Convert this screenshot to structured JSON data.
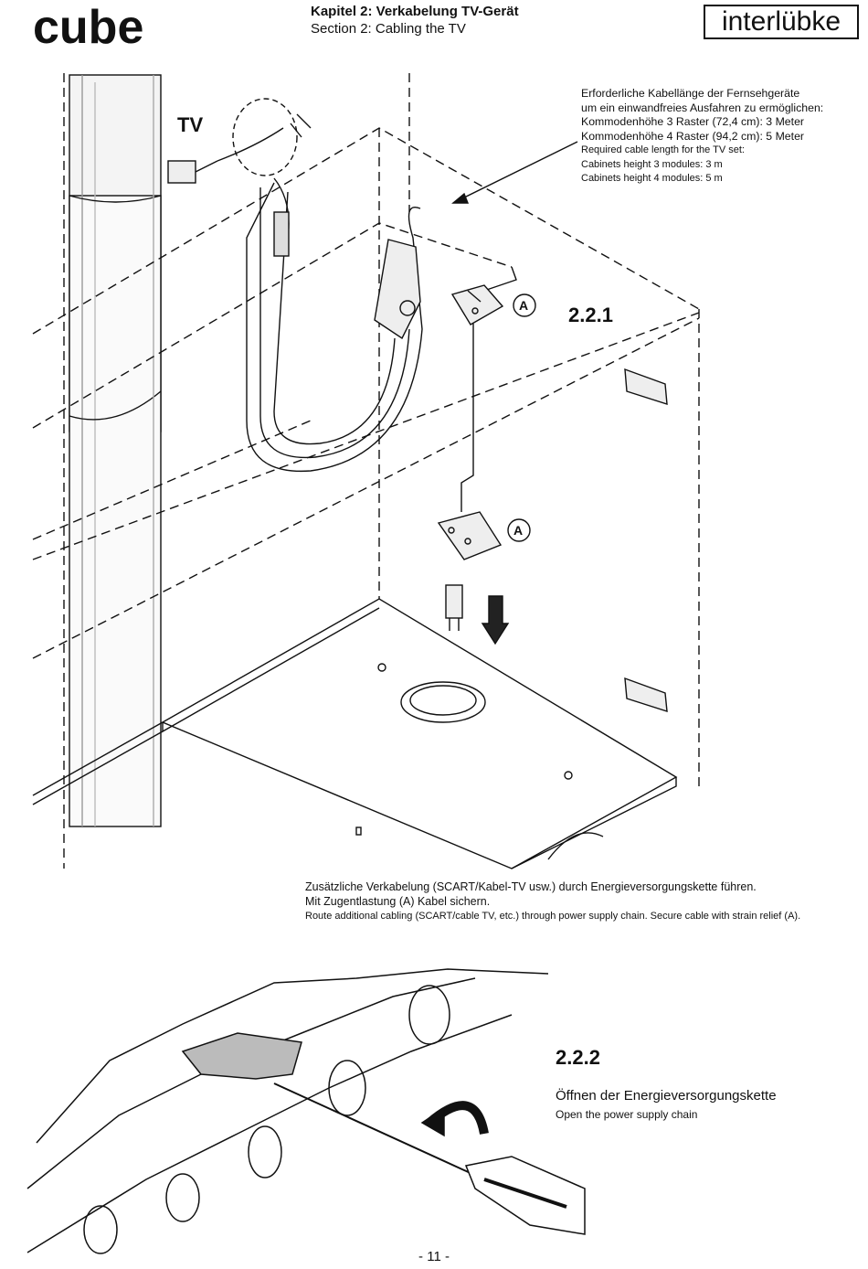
{
  "header": {
    "brand": "cube",
    "chapter_de": "Kapitel 2: Verkabelung TV-Gerät",
    "chapter_en": "Section 2: Cabling the TV",
    "logo": "interlübke"
  },
  "cable_note": {
    "line1": "Erforderliche Kabellänge der Fernsehgeräte",
    "line2": "um ein einwandfreies Ausfahren zu ermöglichen:",
    "line3": "Kommodenhöhe 3 Raster (72,4 cm): 3 Meter",
    "line4": "Kommodenhöhe 4 Raster (94,2 cm): 5 Meter",
    "line5": "Required cable length for the TV set:",
    "line6": "Cabinets height 3 modules: 3 m",
    "line7": "Cabinets height 4 modules: 5 m"
  },
  "labels": {
    "tv": "TV",
    "step1": "2.2.1",
    "strain_relief_a": "A",
    "step2": "2.2.2"
  },
  "caption": {
    "line1": "Zusätzliche Verkabelung (SCART/Kabel-TV usw.) durch Energieversorgungskette führen.",
    "line2": "Mit Zugentlastung (A) Kabel sichern.",
    "line3": "Route additional cabling (SCART/cable TV, etc.) through power supply chain. Secure cable with strain relief (A)."
  },
  "section2": {
    "title": "Öffnen der Energieversorgungskette",
    "subtitle": "Open the power supply chain"
  },
  "footer": {
    "page_number": "- 11 -"
  }
}
